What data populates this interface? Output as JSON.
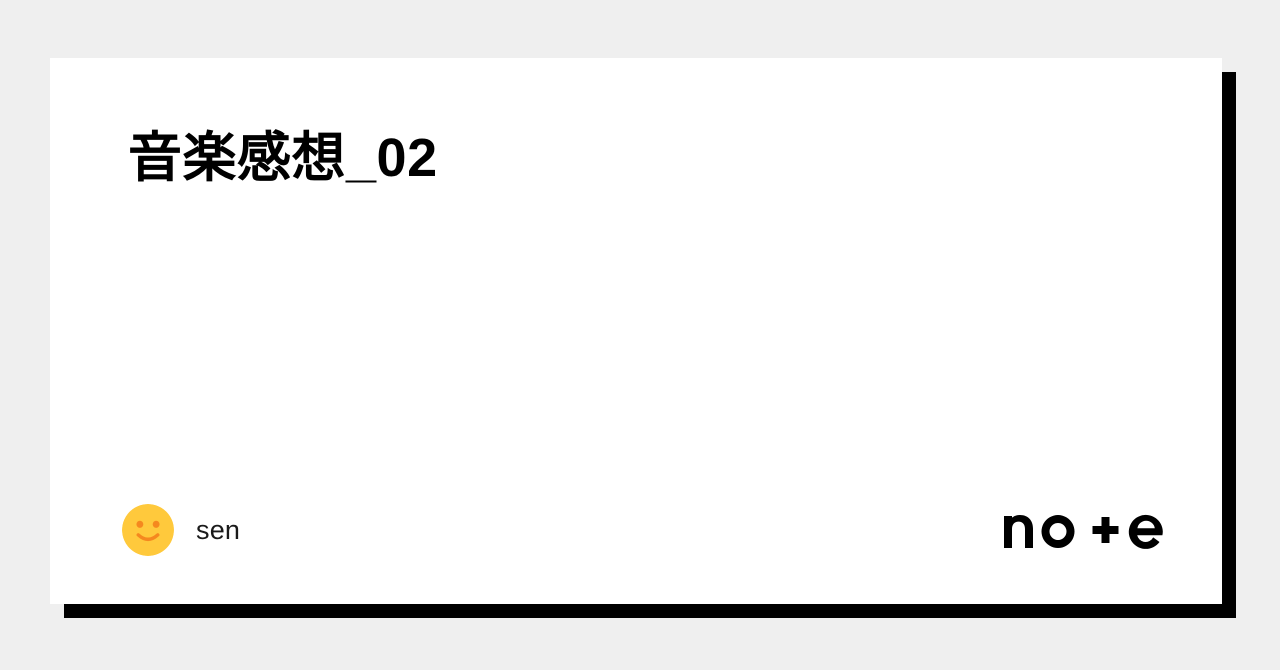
{
  "card": {
    "title": "音楽感想_02",
    "background_color": "#ffffff",
    "shadow_color": "#000000"
  },
  "page": {
    "background_color": "#efefef"
  },
  "author": {
    "name": "sen",
    "avatar_icon": "smiley-face-avatar-icon",
    "avatar_face_color": "#ffc93c",
    "avatar_feature_color": "#f5881f"
  },
  "brand": {
    "name": "note",
    "logo_icon": "note-wordmark-logo",
    "color": "#000000"
  }
}
